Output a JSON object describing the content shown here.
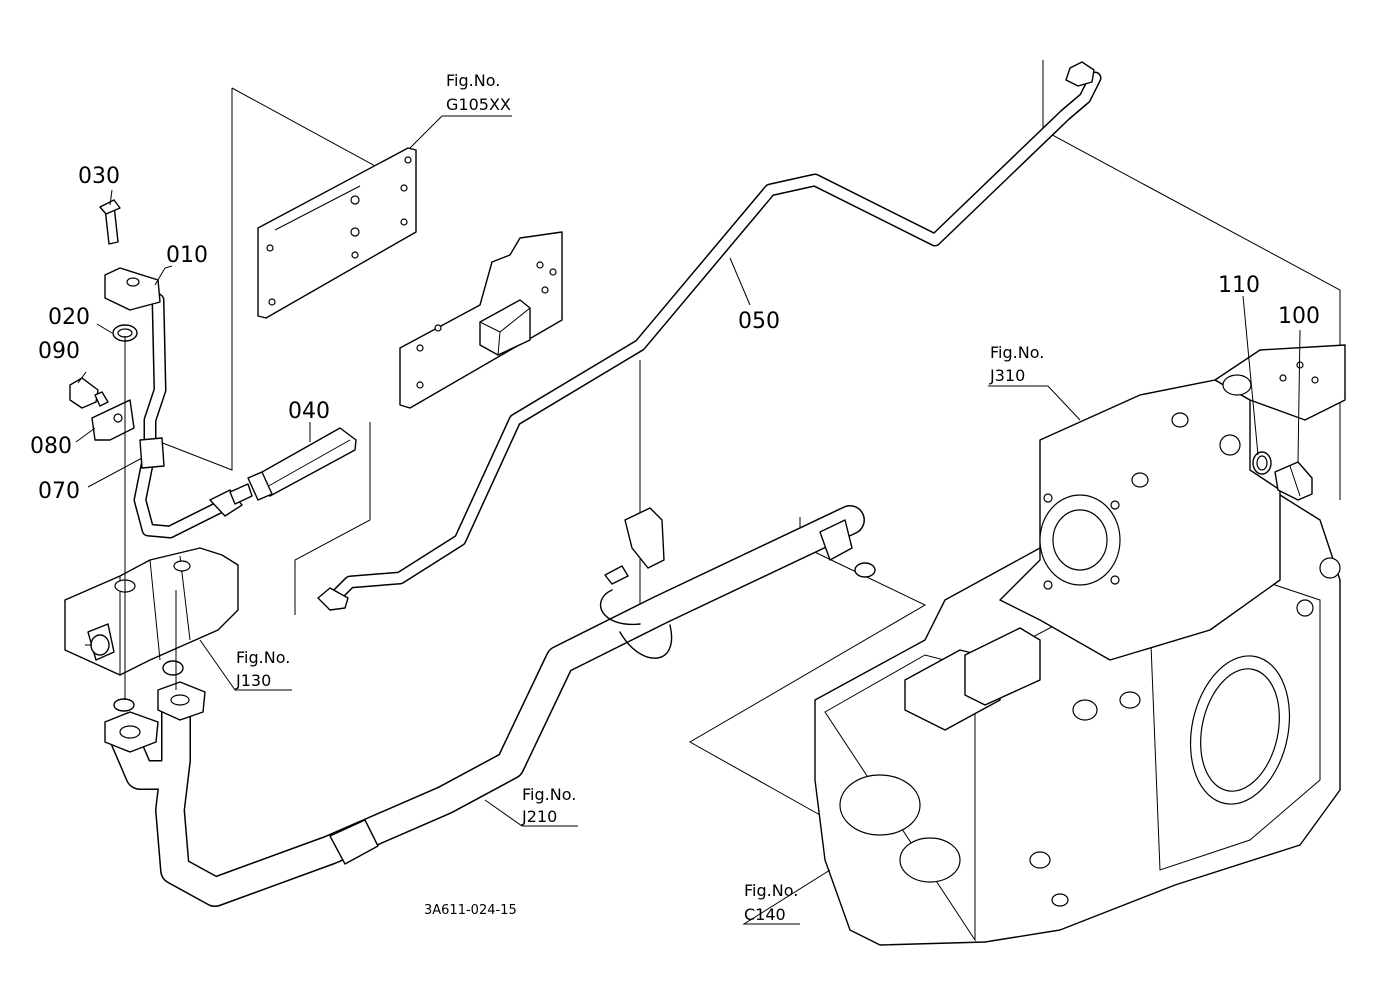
{
  "parts": {
    "p010": "010",
    "p020": "020",
    "p030": "030",
    "p040": "040",
    "p050": "050",
    "p070": "070",
    "p080": "080",
    "p090": "090",
    "p100": "100",
    "p110": "110"
  },
  "figures": {
    "g105": {
      "prefix": "Fig.No.",
      "code": "G105XX"
    },
    "j310": {
      "prefix": "Fig.No.",
      "code": "J310"
    },
    "j130": {
      "prefix": "Fig.No.",
      "code": "J130"
    },
    "j210": {
      "prefix": "Fig.No.",
      "code": "J210"
    },
    "c140": {
      "prefix": "Fig.No.",
      "code": "C140"
    }
  },
  "drawing_code": "3A611-024-15"
}
